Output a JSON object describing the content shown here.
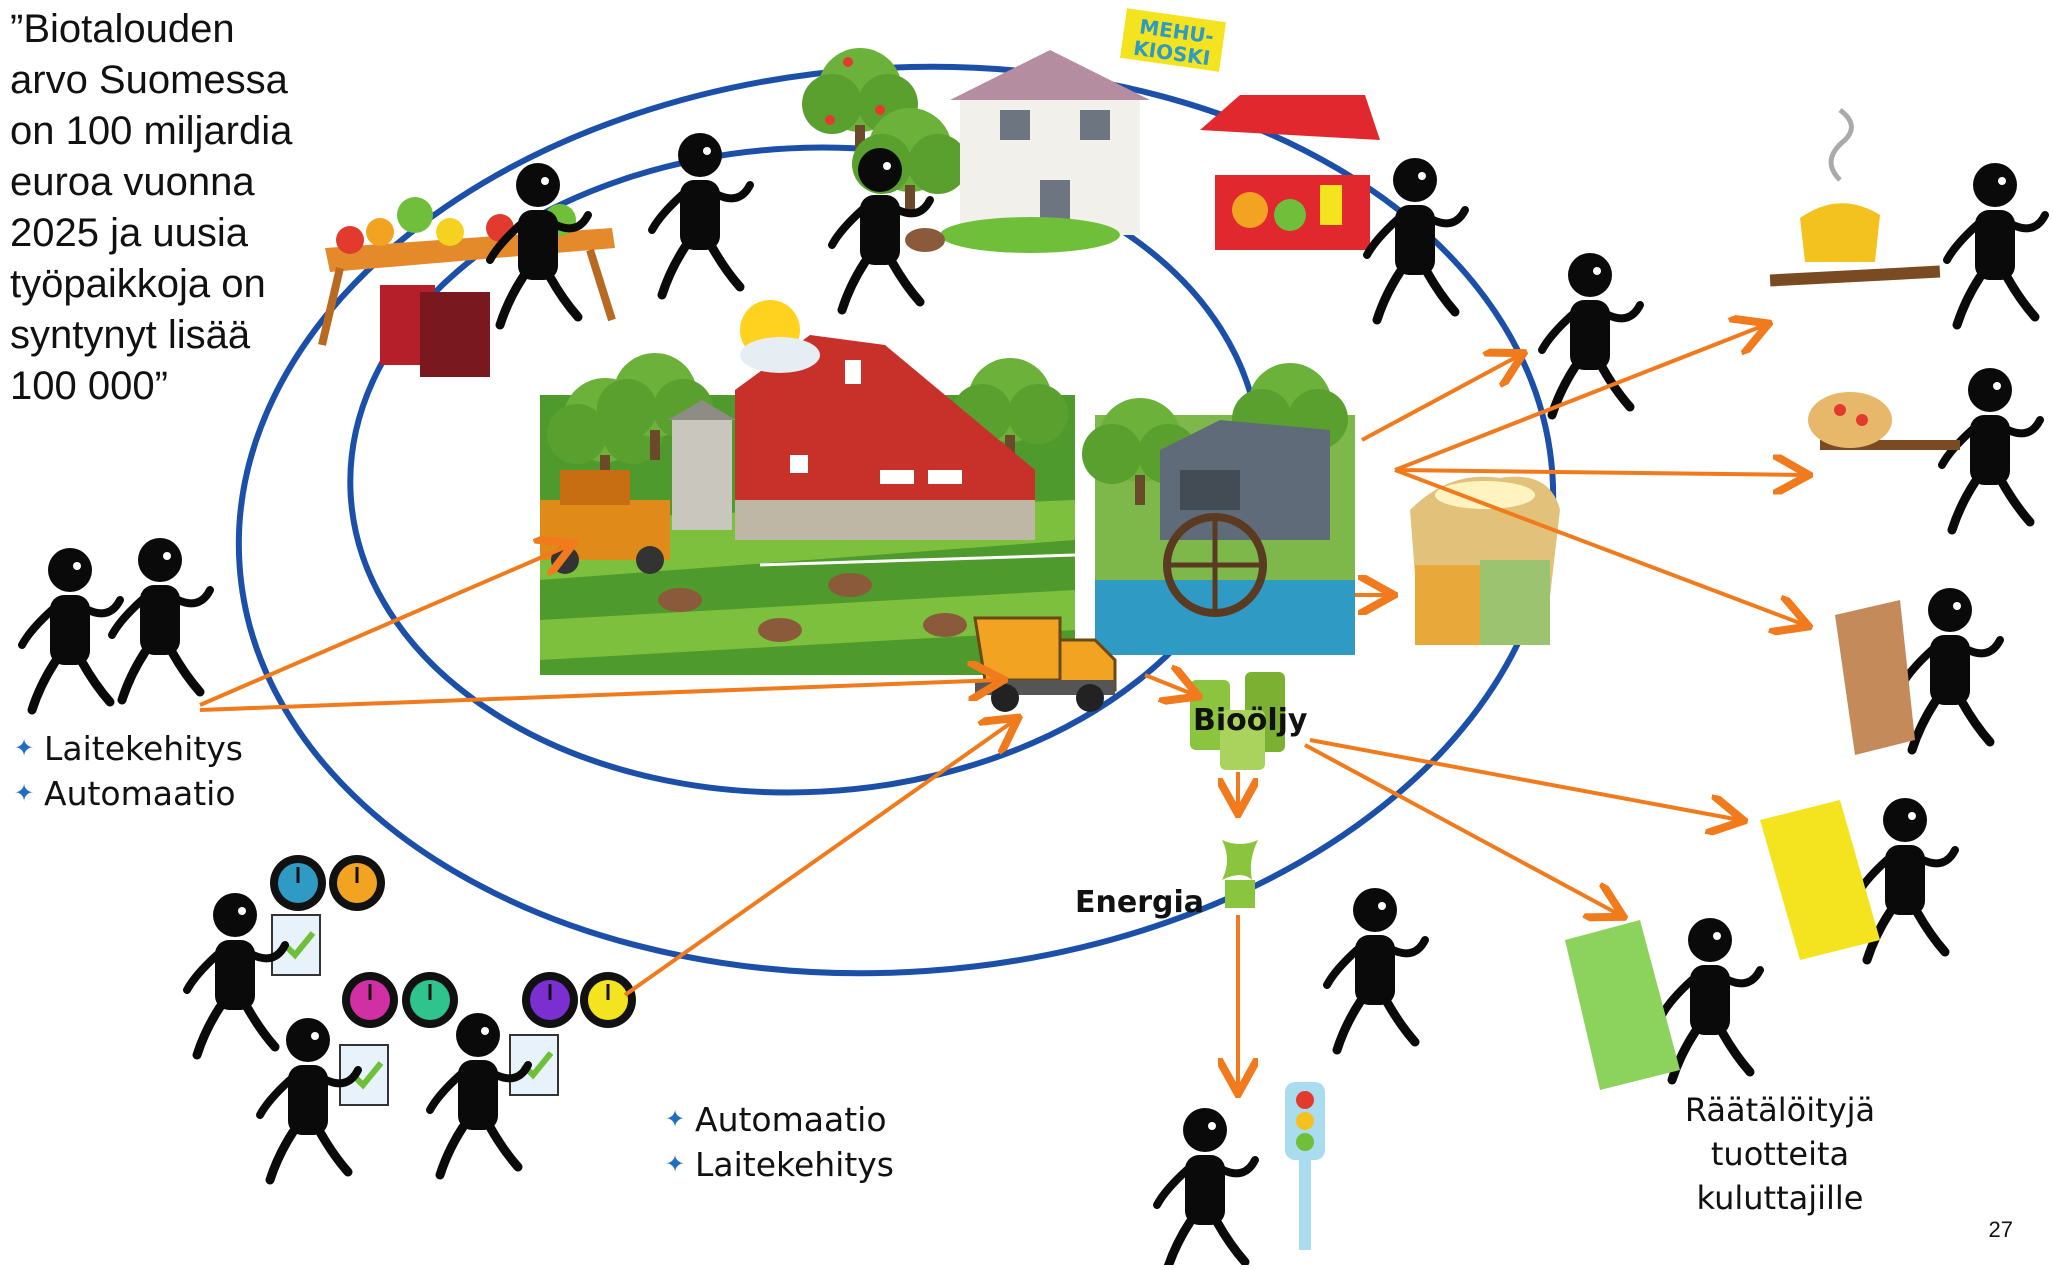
{
  "quote": {
    "lines": [
      "”Biotalouden",
      "arvo Suomessa",
      "on 100 miljardia",
      "euroa vuonna",
      "2025 ja uusia",
      "työpaikkoja on",
      "syntynyt lisää",
      "100 000”"
    ]
  },
  "kiosk_sign": {
    "line1": "MEHU-",
    "line2": "KIOSKI"
  },
  "left_bullets": [
    "Laitekehitys",
    "Automaatio"
  ],
  "bottom_bullets": [
    "Automaatio",
    "Laitekehitys"
  ],
  "labels": {
    "biooljy": "Bioöljy",
    "energia": "Energia"
  },
  "products_caption": [
    "Räätälöityjä",
    "tuotteita",
    "kuluttajille"
  ],
  "page_number": "27",
  "colors": {
    "ellipse": "#1b4fa8",
    "arrow": "#f07a1c",
    "bullet": "#1f6fc0",
    "barn": "#c8302a",
    "figure": "#0a0a0a"
  }
}
